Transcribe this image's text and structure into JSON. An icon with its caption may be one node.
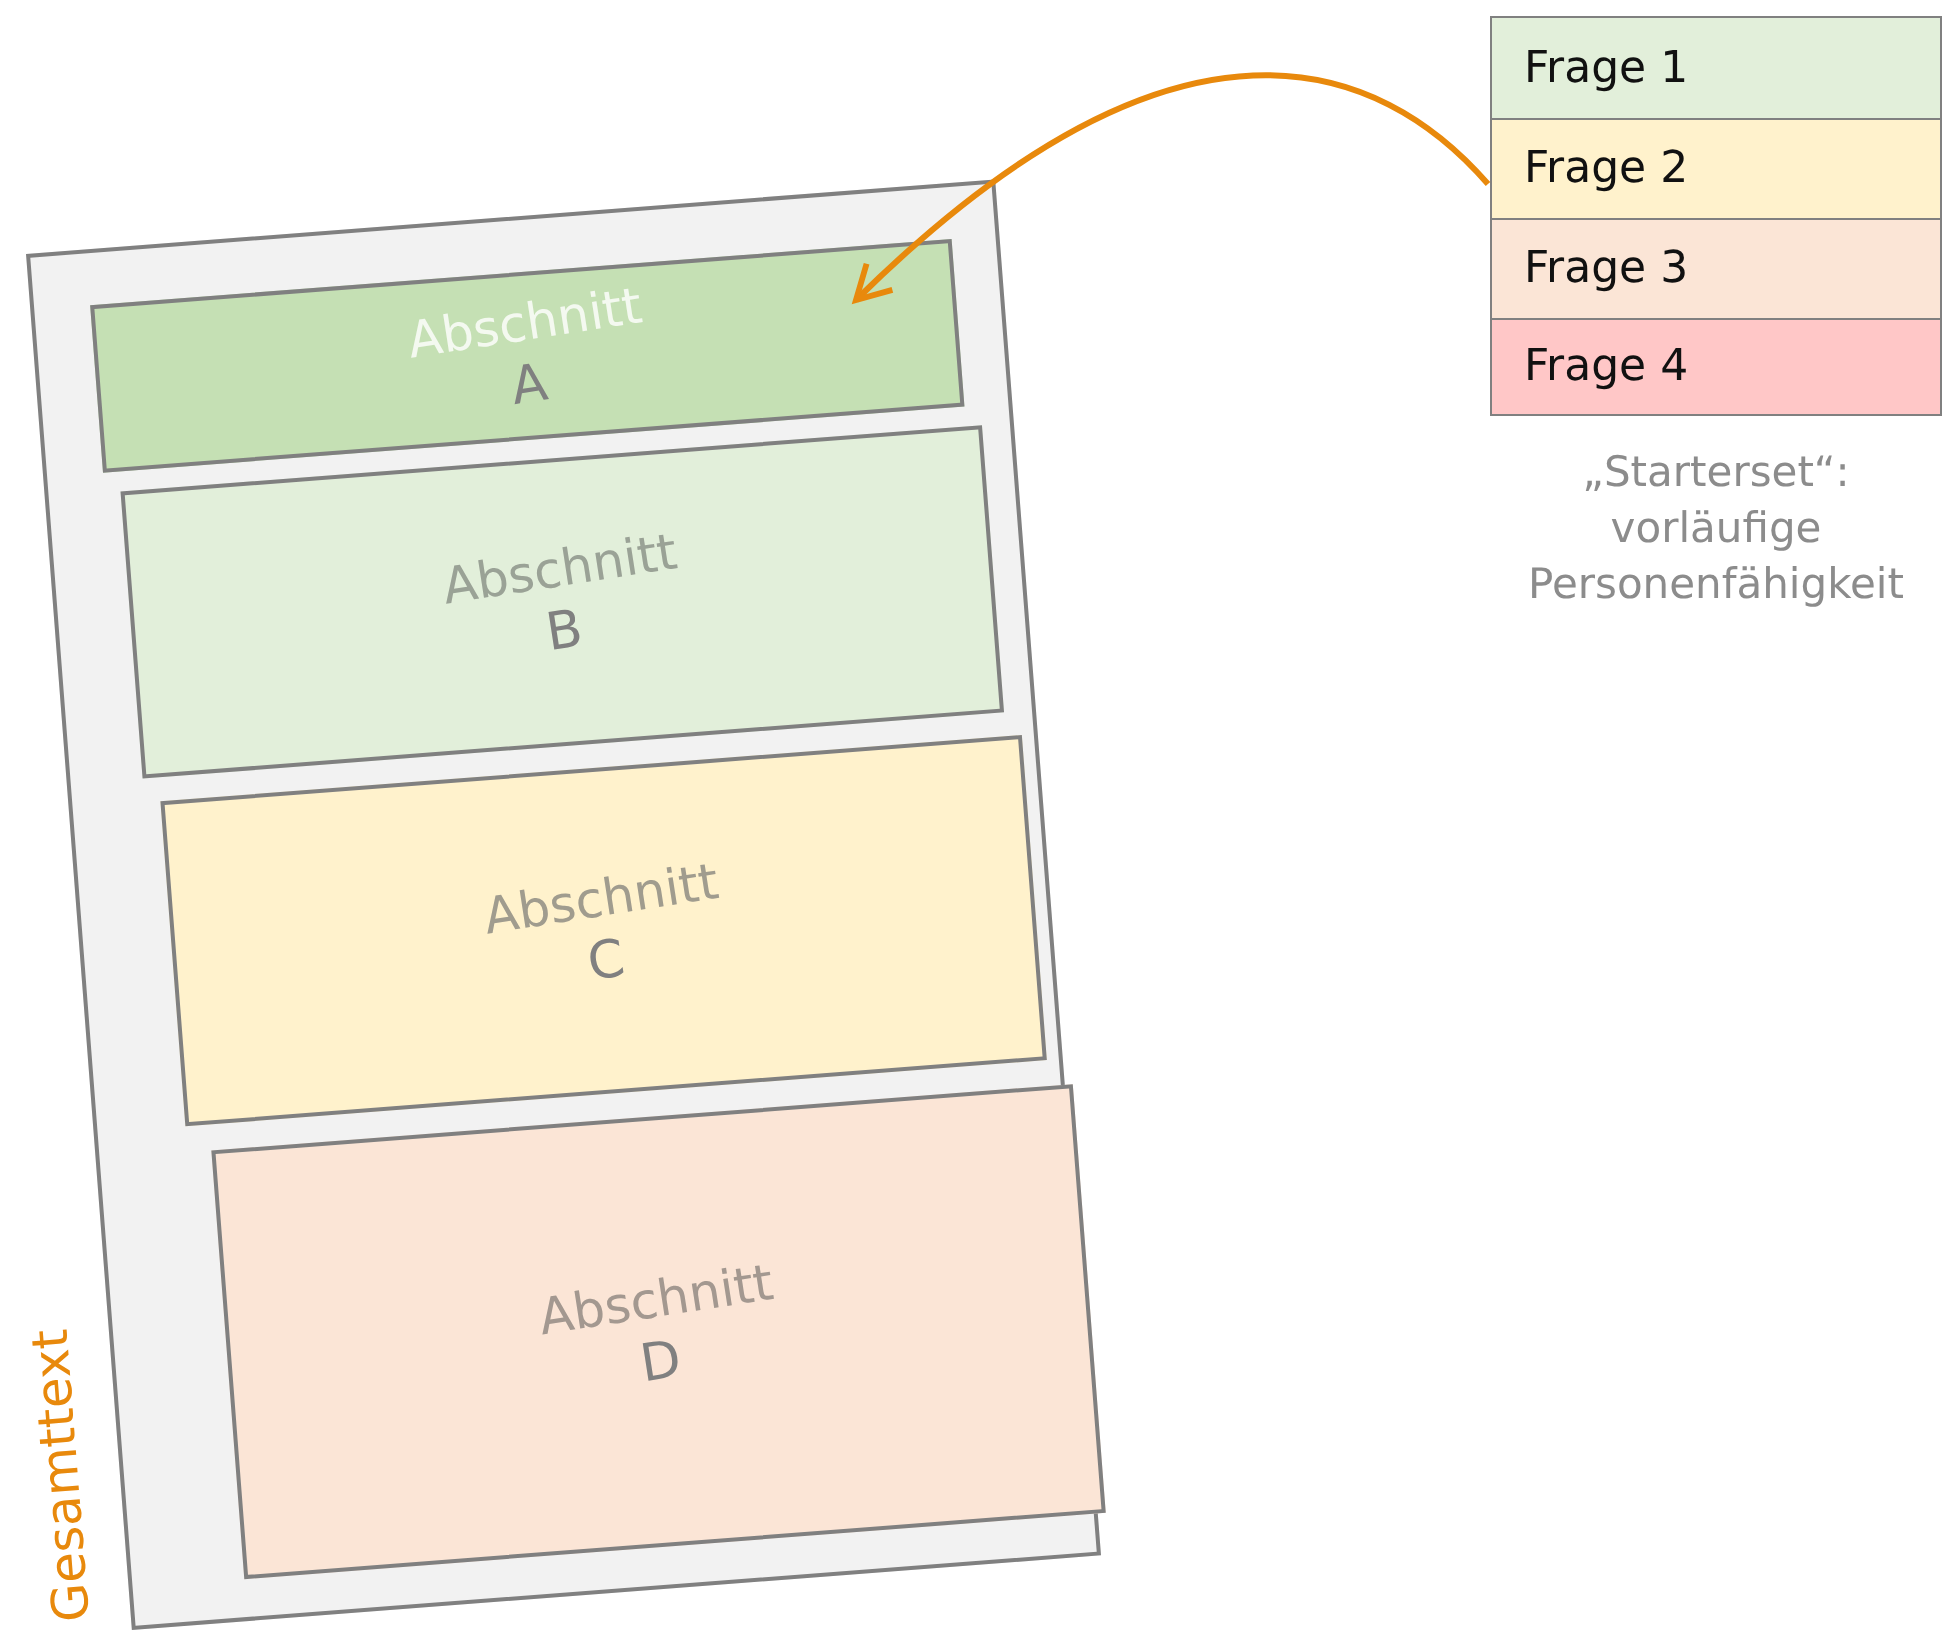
{
  "diagram": {
    "nodes": [
      {
        "text": [
          "Gesamttext"
        ]
      },
      {
        "text": [
          "Abschnitt",
          "A"
        ],
        "in": 0
      },
      {
        "text": [
          "Abschnitt",
          "B"
        ],
        "in": 0
      },
      {
        "text": [
          "Abschnitt",
          "C"
        ],
        "in": 0
      },
      {
        "text": [
          "Abschnitt",
          "D"
        ],
        "in": 0
      },
      {
        "text": [],
        "shape": "box",
        "beside": [
          "„Starterset“: vorläufige Personenfähigkeit"
        ]
      },
      {
        "text": [
          "Frage 1"
        ],
        "in": 5
      },
      {
        "text": [
          "Frage 2"
        ],
        "in": 5
      },
      {
        "text": [
          "Frage 3"
        ],
        "in": 5
      },
      {
        "text": [
          "Frage 4"
        ],
        "in": 5
      }
    ],
    "edges": [
      {
        "from": 5,
        "to": 1,
        "arrow": "to",
        "color": "#e8890c"
      }
    ]
  }
}
